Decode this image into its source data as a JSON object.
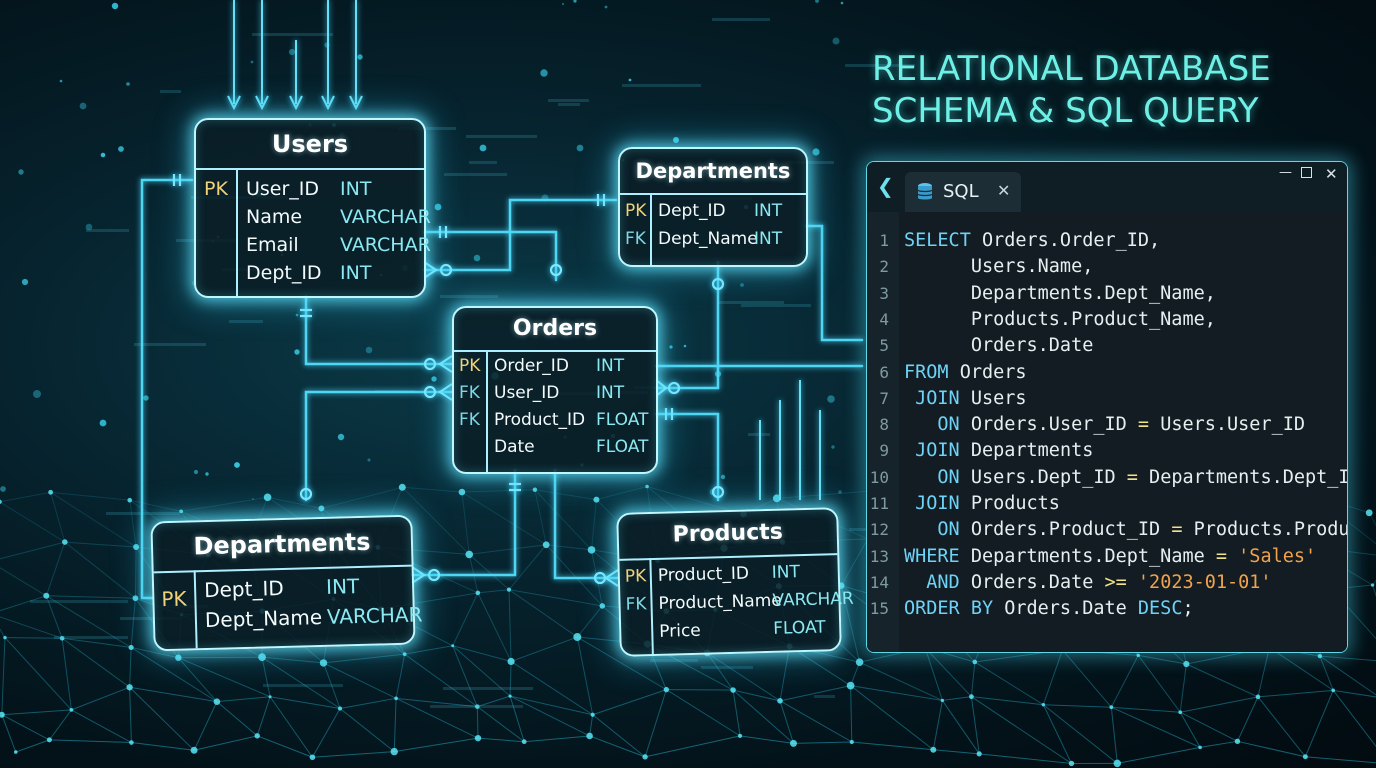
{
  "title": {
    "line1": "RELATIONAL DATABASE",
    "line2": "SCHEMA & SQL QUERY"
  },
  "colors": {
    "accent_glow": "#bff7ff",
    "title": "#6ff0e6",
    "pk_label": "#f0d27a",
    "fk_label": "#7fd8e6",
    "sql_keyword": "#6fd2f7",
    "sql_string": "#f0a24e",
    "sql_operator": "#f2e38a"
  },
  "tables": {
    "users": {
      "name": "Users",
      "fields": [
        {
          "key": "PK",
          "name": "User_ID",
          "type": "INT"
        },
        {
          "key": "",
          "name": "Name",
          "type": "VARCHAR"
        },
        {
          "key": "",
          "name": "Email",
          "type": "VARCHAR"
        },
        {
          "key": "",
          "name": "Dept_ID",
          "type": "INT"
        }
      ]
    },
    "departments_top": {
      "name": "Departments",
      "fields": [
        {
          "key": "PK",
          "name": "Dept_ID",
          "type": "INT"
        },
        {
          "key": "FK",
          "name": "Dept_Name",
          "type": "INT"
        }
      ]
    },
    "orders": {
      "name": "Orders",
      "fields": [
        {
          "key": "PK",
          "name": "Order_ID",
          "type": "INT"
        },
        {
          "key": "FK",
          "name": "User_ID",
          "type": "INT"
        },
        {
          "key": "FK",
          "name": "Product_ID",
          "type": "FLOAT"
        },
        {
          "key": "",
          "name": "Date",
          "type": "FLOAT"
        }
      ]
    },
    "departments_bottom": {
      "name": "Departments",
      "fields": [
        {
          "key": "PK",
          "name": "Dept_ID",
          "type": "INT"
        },
        {
          "key": "",
          "name": "Dept_Name",
          "type": "VARCHAR"
        }
      ]
    },
    "products": {
      "name": "Products",
      "fields": [
        {
          "key": "PK",
          "name": "Product_ID",
          "type": "INT"
        },
        {
          "key": "FK",
          "name": "Product_Name",
          "type": "VARCHAR"
        },
        {
          "key": "",
          "name": "Price",
          "type": "FLOAT"
        }
      ]
    }
  },
  "sql_panel": {
    "tab_label": "SQL",
    "tab_icon": "database-icon",
    "back_icon": "chevron-left-icon",
    "close_icon": "close-icon",
    "window_controls": [
      "minimize-icon",
      "maximize-icon",
      "close-window-icon"
    ],
    "lines": [
      {
        "num": "1",
        "tokens": [
          [
            "kw",
            "SELECT"
          ],
          [
            "id",
            " Orders.Order_ID,"
          ]
        ]
      },
      {
        "num": "2",
        "tokens": [
          [
            "id",
            "      Users.Name,"
          ]
        ]
      },
      {
        "num": "3",
        "tokens": [
          [
            "id",
            "      Departments.Dept_Name,"
          ]
        ]
      },
      {
        "num": "4",
        "tokens": [
          [
            "id",
            "      Products.Product_Name,"
          ]
        ]
      },
      {
        "num": "5",
        "tokens": [
          [
            "id",
            "      Orders.Date"
          ]
        ]
      },
      {
        "num": "6",
        "tokens": [
          [
            "kw",
            "FROM"
          ],
          [
            "id",
            " Orders"
          ]
        ]
      },
      {
        "num": "7",
        "tokens": [
          [
            "kw",
            " JOIN"
          ],
          [
            "id",
            " Users"
          ]
        ]
      },
      {
        "num": "8",
        "tokens": [
          [
            "kw",
            "   ON"
          ],
          [
            "id",
            " Orders.User_ID "
          ],
          [
            "op",
            "="
          ],
          [
            "id",
            " Users.User_ID"
          ]
        ]
      },
      {
        "num": "9",
        "tokens": [
          [
            "kw",
            " JOIN"
          ],
          [
            "id",
            " Departments"
          ]
        ]
      },
      {
        "num": "10",
        "tokens": [
          [
            "kw",
            "   ON"
          ],
          [
            "id",
            " Users.Dept_ID "
          ],
          [
            "op",
            "="
          ],
          [
            "id",
            " Departments.Dept_ID"
          ]
        ]
      },
      {
        "num": "11",
        "tokens": [
          [
            "kw",
            " JOIN"
          ],
          [
            "id",
            " Products"
          ]
        ]
      },
      {
        "num": "12",
        "tokens": [
          [
            "kw",
            "   ON"
          ],
          [
            "id",
            " Orders.Product_ID "
          ],
          [
            "op",
            "="
          ],
          [
            "id",
            " Products.Product_ID"
          ]
        ]
      },
      {
        "num": "13",
        "tokens": [
          [
            "kw",
            "WHERE"
          ],
          [
            "id",
            " Departments.Dept_Name "
          ],
          [
            "op",
            "="
          ],
          [
            "str",
            " 'Sales'"
          ]
        ]
      },
      {
        "num": "14",
        "tokens": [
          [
            "kw",
            "  AND"
          ],
          [
            "id",
            " Orders.Date "
          ],
          [
            "op",
            ">="
          ],
          [
            "str",
            " '2023-01-01'"
          ]
        ]
      },
      {
        "num": "15",
        "tokens": [
          [
            "kw",
            "ORDER BY"
          ],
          [
            "id",
            " Orders.Date "
          ],
          [
            "kw",
            "DESC"
          ],
          [
            "id",
            ";"
          ]
        ]
      }
    ]
  }
}
